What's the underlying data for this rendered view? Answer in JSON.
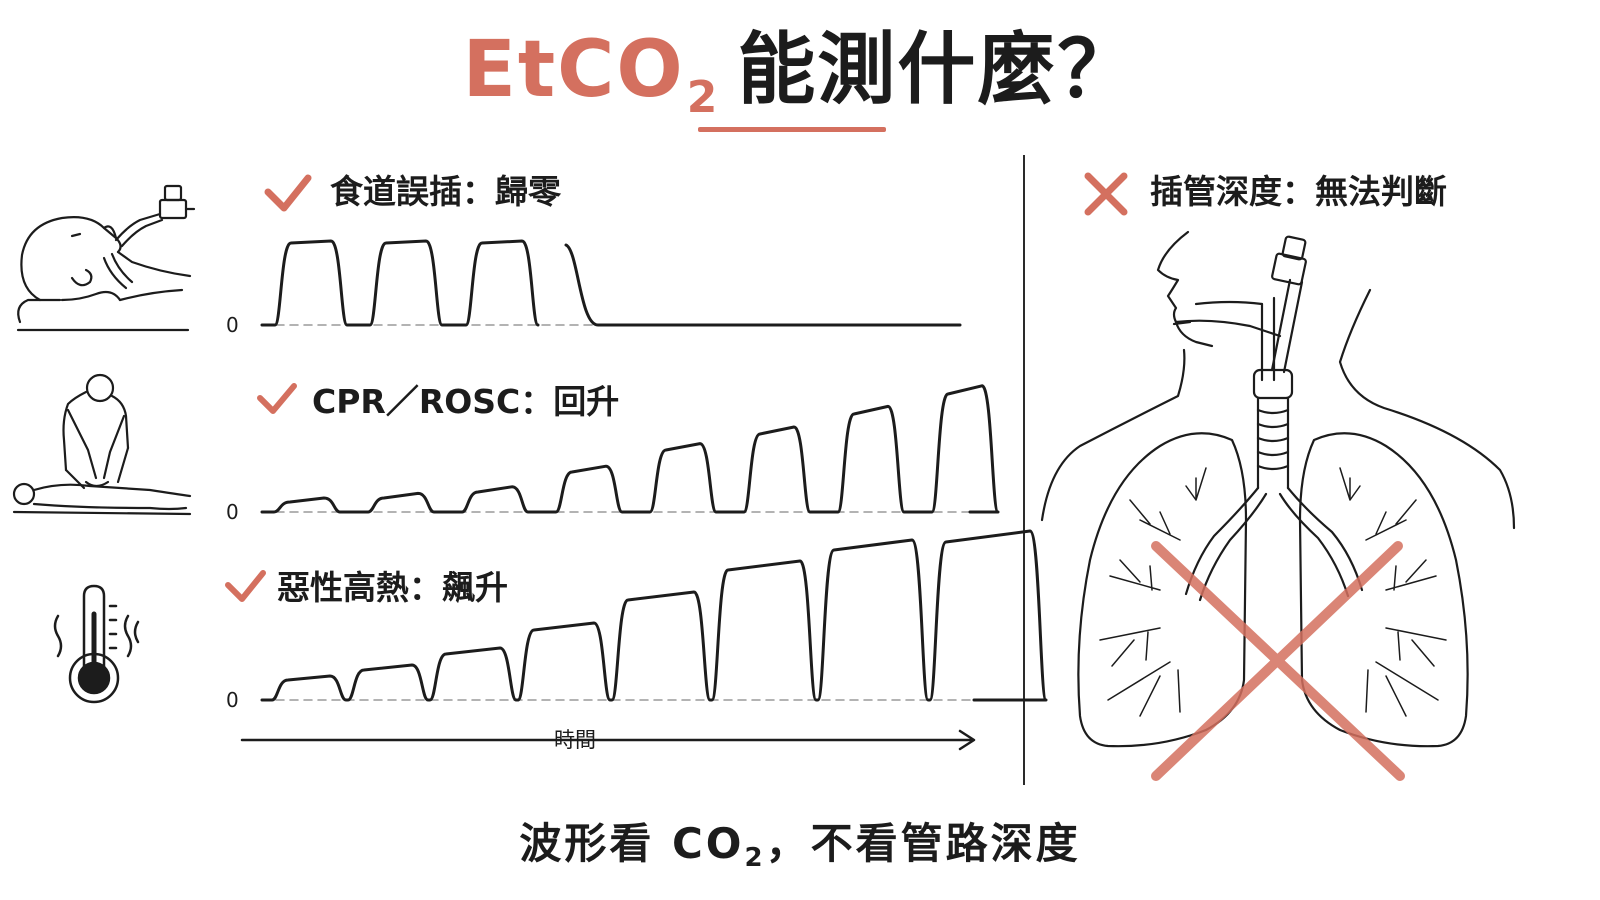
{
  "title": {
    "highlight": "EtCO",
    "subscript": "2",
    "rest": "能測什麼？"
  },
  "cards": [
    {
      "status": "check",
      "label": "食道誤插：歸零",
      "zero_label": "0"
    },
    {
      "status": "check",
      "label": "CPR／ROSC：回升",
      "zero_label": "0"
    },
    {
      "status": "check",
      "label": "惡性高熱：飆升",
      "zero_label": "0"
    }
  ],
  "time_axis_label": "時間",
  "right_panel": {
    "status": "cross",
    "label": "插管深度：無法判斷"
  },
  "caption": {
    "before": "波形看 CO",
    "subscript": "2",
    "after": "，不看管路深度"
  },
  "colors": {
    "accent": "#d4705f",
    "ink": "#1c1c1c",
    "dashed": "#9a9a9a"
  },
  "icons": [
    "check-icon",
    "cross-icon",
    "intubated-patient-icon",
    "cpr-icon",
    "thermometer-icon",
    "lungs-trachea-illustration"
  ]
}
